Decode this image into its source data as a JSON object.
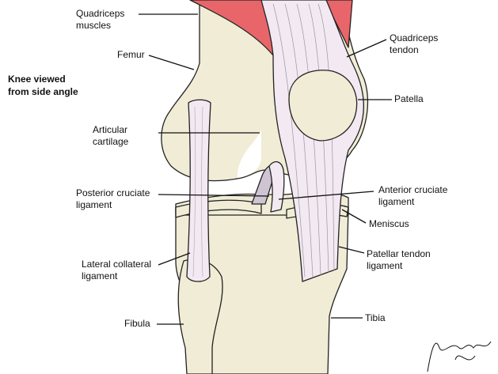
{
  "title": {
    "line1": "Knee viewed",
    "line2": "from side angle"
  },
  "labels": {
    "quadriceps_muscles": {
      "line1": "Quadriceps",
      "line2": "muscles"
    },
    "femur": "Femur",
    "articular_cartilage": {
      "line1": "Articular",
      "line2": "cartilage"
    },
    "posterior_cruciate": {
      "line1": "Posterior cruciate",
      "line2": "ligament"
    },
    "lateral_collateral": {
      "line1": "Lateral collateral",
      "line2": "ligament"
    },
    "fibula": "Fibula",
    "quadriceps_tendon": {
      "line1": "Quadriceps",
      "line2": "tendon"
    },
    "patella": "Patella",
    "anterior_cruciate": {
      "line1": "Anterior cruciate",
      "line2": "ligament"
    },
    "meniscus": "Meniscus",
    "patellar_tendon": {
      "line1": "Patellar tendon",
      "line2": "ligament"
    },
    "tibia": "Tibia"
  },
  "colors": {
    "bone": "#f0ecd6",
    "ligament": "#f2e9f2",
    "muscle": "#e8666a",
    "outline": "#222222"
  }
}
